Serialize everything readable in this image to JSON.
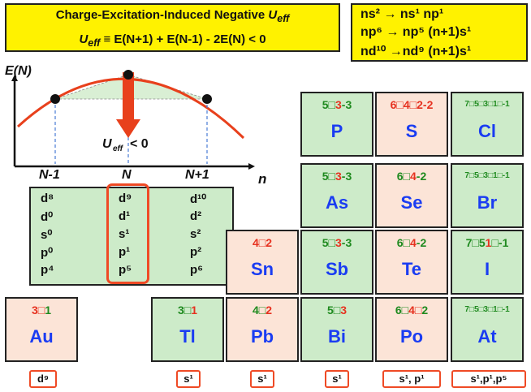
{
  "title": {
    "line1_text": "Charge-Excitation-Induced Negative ",
    "line1_sym": "U",
    "line1_sub": "eff",
    "line2_sym": "U",
    "line2_sub": "eff",
    "line2_rest": " ≡ E(N+1) + E(N-1) - 2E(N) < 0"
  },
  "transitions": [
    "ns² → ns¹ np¹",
    "np⁶ → np⁵ (n+1)s¹",
    "nd¹⁰ →nd⁹ (n+1)s¹"
  ],
  "graph": {
    "y_axis_label": "E(N)",
    "x_axis_label": "n",
    "x_ticks": [
      "N-1",
      "N",
      "N+1"
    ],
    "ueff_sym": "U",
    "ueff_sub": "eff",
    "ueff_rest": "< 0"
  },
  "configs": {
    "left": [
      "d⁸",
      "d⁰",
      "s⁰",
      "p⁰",
      "p⁴"
    ],
    "middle": [
      "d⁹",
      "d¹",
      "s¹",
      "p¹",
      "p⁵"
    ],
    "right": [
      "d¹⁰",
      "d²",
      "s²",
      "p²",
      "p⁶"
    ]
  },
  "elements": {
    "P": {
      "symbol": "P",
      "ox": [
        {
          "t": "5□",
          "c": "g"
        },
        {
          "t": "3",
          "c": "r"
        },
        {
          "t": "-3",
          "c": "g"
        }
      ]
    },
    "S": {
      "symbol": "S",
      "ox": [
        {
          "t": "6□4□2-2",
          "c": "r"
        }
      ]
    },
    "Cl": {
      "symbol": "Cl",
      "ox": [
        {
          "t": "7□5□3□1□-1",
          "c": "g"
        }
      ]
    },
    "As": {
      "symbol": "As",
      "ox": [
        {
          "t": "5□",
          "c": "g"
        },
        {
          "t": "3",
          "c": "r"
        },
        {
          "t": "-3",
          "c": "g"
        }
      ]
    },
    "Se": {
      "symbol": "Se",
      "ox": [
        {
          "t": "6□",
          "c": "g"
        },
        {
          "t": "4",
          "c": "r"
        },
        {
          "t": "-2",
          "c": "g"
        }
      ]
    },
    "Br": {
      "symbol": "Br",
      "ox": [
        {
          "t": "7□5□3□1□-1",
          "c": "g"
        }
      ]
    },
    "Sn": {
      "symbol": "Sn",
      "ox": [
        {
          "t": "4□2",
          "c": "r"
        }
      ]
    },
    "Sb": {
      "symbol": "Sb",
      "ox": [
        {
          "t": "5□",
          "c": "g"
        },
        {
          "t": "3",
          "c": "r"
        },
        {
          "t": "-3",
          "c": "g"
        }
      ]
    },
    "Te": {
      "symbol": "Te",
      "ox": [
        {
          "t": "6□",
          "c": "g"
        },
        {
          "t": "4",
          "c": "r"
        },
        {
          "t": "-2",
          "c": "g"
        }
      ]
    },
    "I": {
      "symbol": "I",
      "ox": [
        {
          "t": "7□5",
          "c": "g"
        },
        {
          "t": "1",
          "c": "r"
        },
        {
          "t": "□-1",
          "c": "g"
        }
      ]
    },
    "Au": {
      "symbol": "Au",
      "ox": [
        {
          "t": "3□",
          "c": "r"
        },
        {
          "t": "1",
          "c": "g"
        }
      ]
    },
    "Tl": {
      "symbol": "Tl",
      "ox": [
        {
          "t": "3□",
          "c": "g"
        },
        {
          "t": "1",
          "c": "r"
        }
      ]
    },
    "Pb": {
      "symbol": "Pb",
      "ox": [
        {
          "t": "4□",
          "c": "g"
        },
        {
          "t": "2",
          "c": "r"
        }
      ]
    },
    "Bi": {
      "symbol": "Bi",
      "ox": [
        {
          "t": "5□",
          "c": "g"
        },
        {
          "t": "3",
          "c": "r"
        }
      ]
    },
    "Po": {
      "symbol": "Po",
      "ox": [
        {
          "t": "6□",
          "c": "g"
        },
        {
          "t": "4□",
          "c": "r"
        },
        {
          "t": "2",
          "c": "g"
        }
      ]
    },
    "At": {
      "symbol": "At",
      "ox": [
        {
          "t": "7□5□3□1□-1",
          "c": "g"
        }
      ]
    }
  },
  "bottom_labels": [
    "d⁹",
    "s¹",
    "s¹",
    "s¹",
    "s¹, p¹",
    "s¹,p¹,p⁵"
  ],
  "colors": {
    "title_bg": "#fff200",
    "green_cell": "#cdebc9",
    "pink_cell": "#fce4d7",
    "element_symbol": "#1a3cf2",
    "ox_green": "#1f8a1f",
    "ox_red": "#e6311f",
    "highlight": "#ef4a25",
    "curve": "#e8401c"
  }
}
